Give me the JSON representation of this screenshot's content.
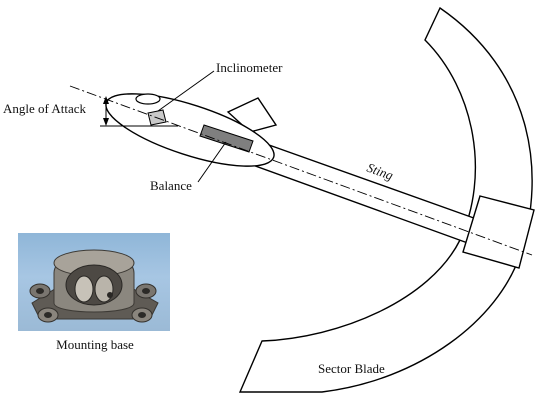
{
  "labels": {
    "inclinometer": "Inclinometer",
    "angle_of_attack": "Angle of Attack",
    "balance": "Balance",
    "sting": "Sting",
    "sector_blade": "Sector Blade",
    "mounting_base": "Mounting base"
  },
  "colors": {
    "line": "#000000",
    "balance_fill": "#7f7f7f",
    "inclinometer_fill": "#c9c9c9",
    "photo_background": "#9fbfdc",
    "metal": "#6e6a62"
  },
  "photo": {
    "subject": "mounting-base-photo"
  }
}
